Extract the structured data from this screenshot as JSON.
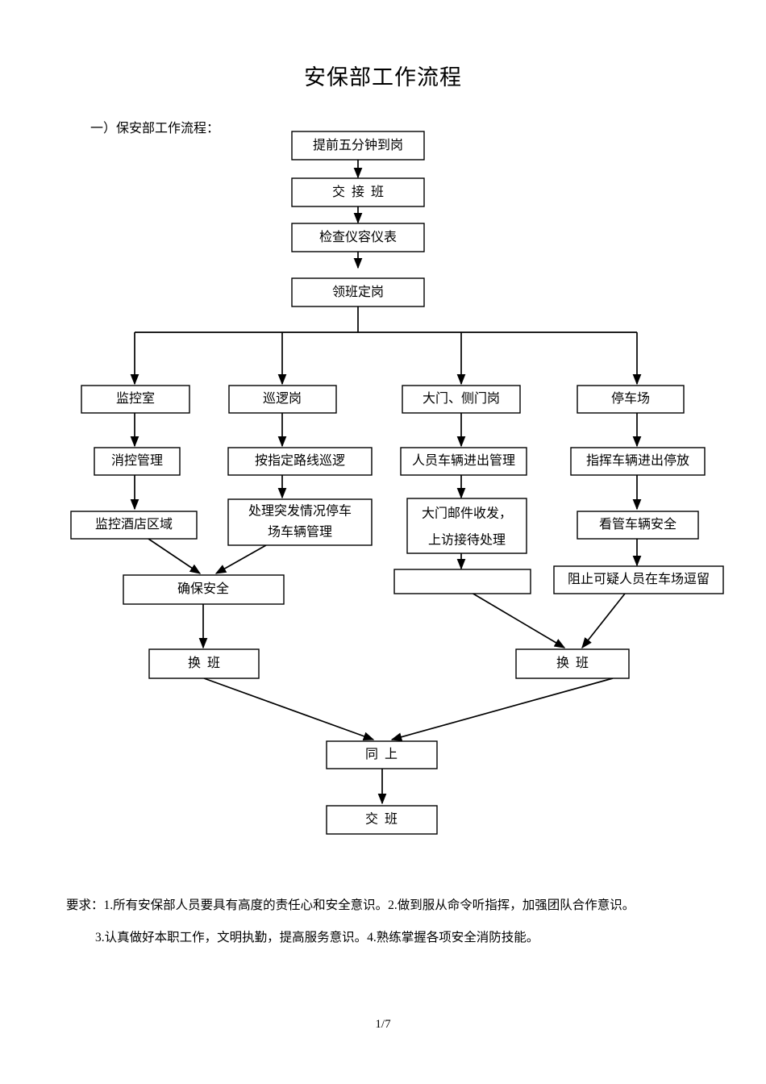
{
  "document": {
    "title": "安保部工作流程",
    "section_label": "一）保安部工作流程：",
    "page_number": "1/7"
  },
  "flowchart": {
    "type": "flowchart",
    "nodes": {
      "arrive_early": "提前五分钟到岗",
      "handover": "交  接  班",
      "check_appearance": "检查仪容仪表",
      "foreman_assign": "领班定岗",
      "monitor_room": "监控室",
      "patrol_post": "巡逻岗",
      "gate_post": "大门、侧门岗",
      "parking_lot": "停车场",
      "fire_control": "消控管理",
      "patrol_route": "按指定路线巡逻",
      "people_vehicle": "人员车辆进出管理",
      "direct_vehicle": "指挥车辆进出停放",
      "monitor_hotel": "监控酒店区域",
      "emergency_line1": "处理突发情况停车",
      "emergency_line2": "场车辆管理",
      "mail_line1": "大门邮件收发，",
      "mail_line2": "上访接待处理",
      "vehicle_safety": "看管车辆安全",
      "blank_box": "",
      "ensure_safety": "确保安全",
      "block_suspicious": "阻止可疑人员在车场逗留",
      "shift_change_left": "换  班",
      "shift_change_right": "换  班",
      "same_as_above": "同  上",
      "hand_over_shift": "交  班"
    }
  },
  "footer": {
    "line1": "要求：1.所有安保部人员要具有高度的责任心和安全意识。2.做到服从命令听指挥，加强团队合作意识。",
    "line2": "3.认真做好本职工作，文明执勤，提高服务意识。4.熟练掌握各项安全消防技能。"
  }
}
